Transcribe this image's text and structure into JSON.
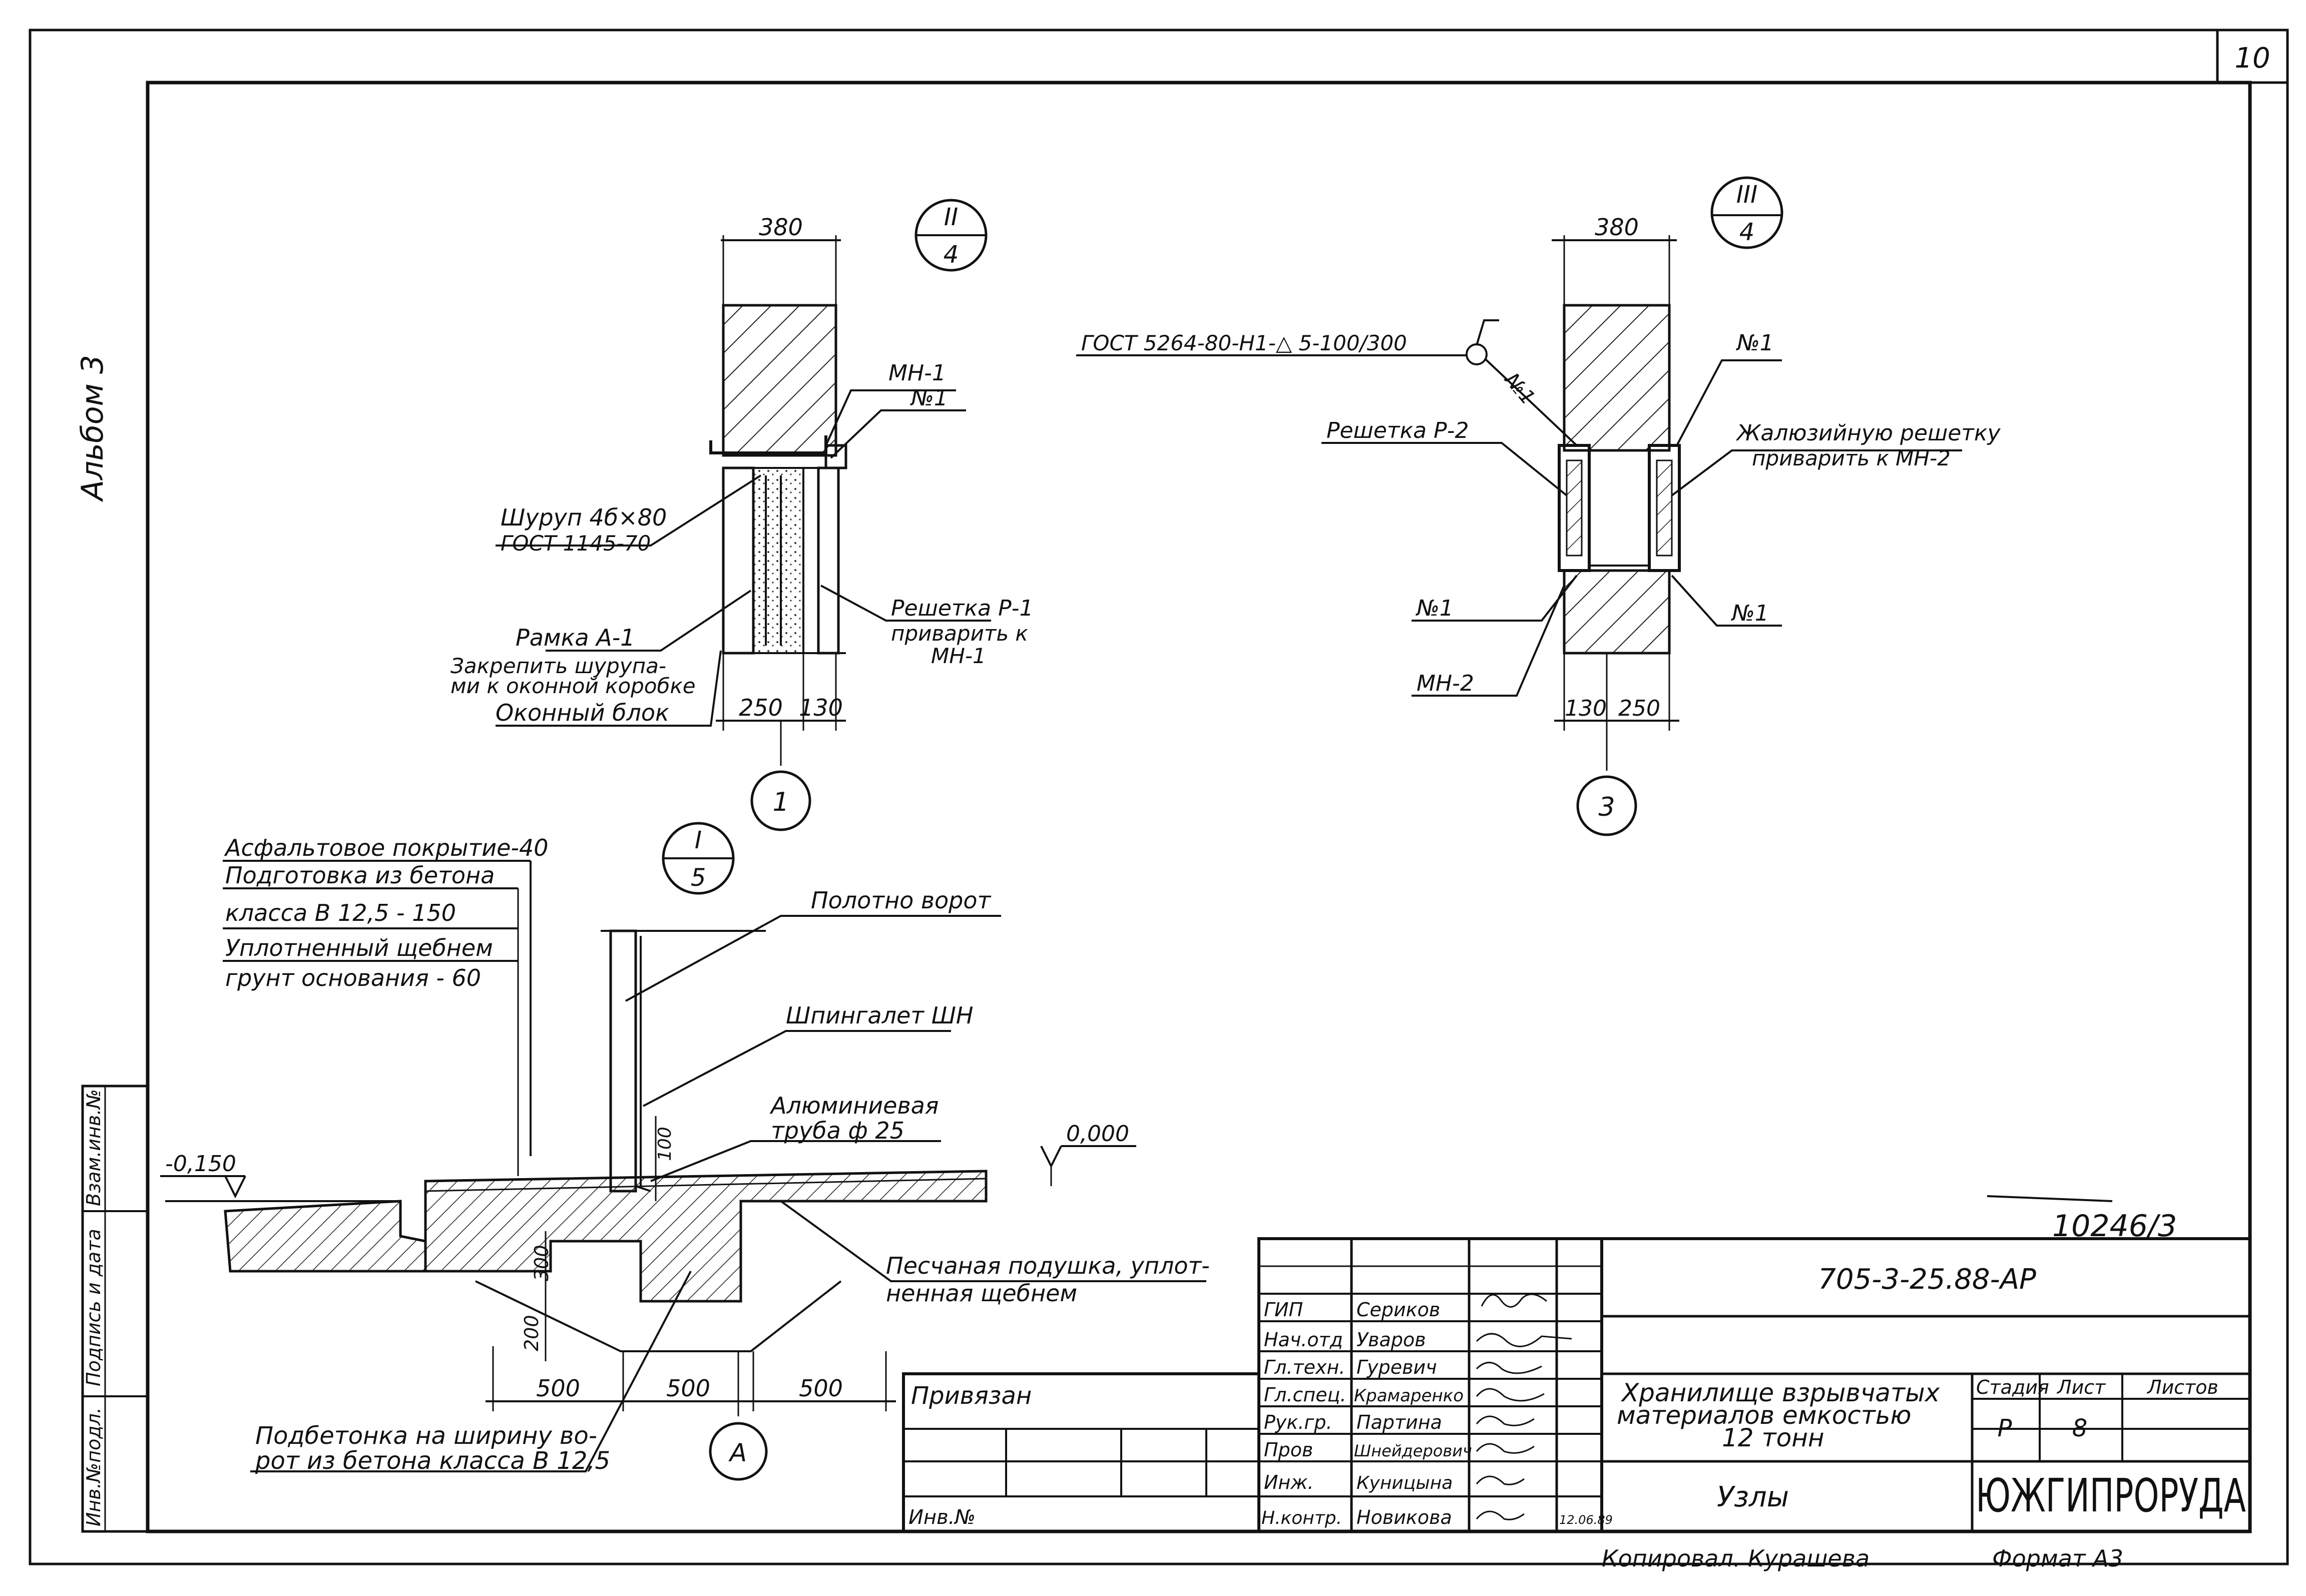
{
  "sheet_number": "10",
  "side_label": "Альбом 3",
  "side_stamp": [
    "Взам.инв.№",
    "Подпись и дата",
    "Инв.№подл."
  ],
  "detail1": {
    "section_mark": [
      "II",
      "4"
    ],
    "dim_top": "380",
    "dims_bottom": [
      "250",
      "130"
    ],
    "labels": [
      "МН-1",
      "№1",
      "Шуруп 4б×80",
      "ГОСТ 1145-70",
      "Рамка А-1",
      "Закрепить шурупа-",
      "ми к оконной коробке",
      "Оконный блок",
      "Решетка Р-1",
      "приварить к",
      "МН-1"
    ],
    "axis": "1"
  },
  "detail3": {
    "section_mark": [
      "III",
      "4"
    ],
    "dim_top": "380",
    "dims_bottom": [
      "130",
      "250"
    ],
    "weld_note": "ГОСТ 5264-80-Н1-△ 5-100/300",
    "labels": [
      "№1",
      "№1",
      "Решетка Р-2",
      "Жалюзийную решетку",
      "приварить к МН-2",
      "№1",
      "№1",
      "МН-2"
    ],
    "axis": "3"
  },
  "detail_gate": {
    "section_mark": [
      "I",
      "5"
    ],
    "layers": [
      "Асфальтовое покрытие-40",
      "Подготовка из бетона",
      "класса В 12,5 - 150",
      "Уплотненный щебнем",
      "грунт основания - 60"
    ],
    "labels": [
      "Полотно ворот",
      "Шпингалет ШН",
      "Алюминиевая",
      "труба ф 25",
      "Песчаная подушка, уплот-",
      "ненная щебнем",
      "Подбетонка на ширину во-",
      "рот из бетона класса В 12,5"
    ],
    "levels": [
      "-0,150",
      "0,000"
    ],
    "dims": [
      "100",
      "300",
      "200",
      "500",
      "500",
      "500"
    ],
    "axis": "А"
  },
  "title_block": {
    "archive_no": "10246/3",
    "doc_code": "705-3-25.88-АР",
    "roles": [
      "ГИП",
      "Нач.отд",
      "Гл.техн.",
      "Гл.спец.",
      "Рук.гр.",
      "Пров",
      "Инж.",
      "Н.контр."
    ],
    "names": [
      "Сериков",
      "Уваров",
      "Гуревич",
      "Крамаренко",
      "Партина",
      "Шнейдерович",
      "Куницына",
      "Новикова"
    ],
    "date": "12.06.89",
    "privyazan": "Привязан",
    "inv_no": "Инв.№",
    "object_title": [
      "Хранилище взрывчатых",
      "материалов емкостью",
      "12 тонн"
    ],
    "sheet_title": "Узлы",
    "stage_header": "Стадия",
    "sheet_header": "Лист",
    "sheets_header": "Листов",
    "stage": "Р",
    "sheet": "8",
    "company": "ЮЖГИПРОРУДА"
  },
  "footer": {
    "copied": "Копировал. Курашева",
    "format": "Формат А3"
  }
}
